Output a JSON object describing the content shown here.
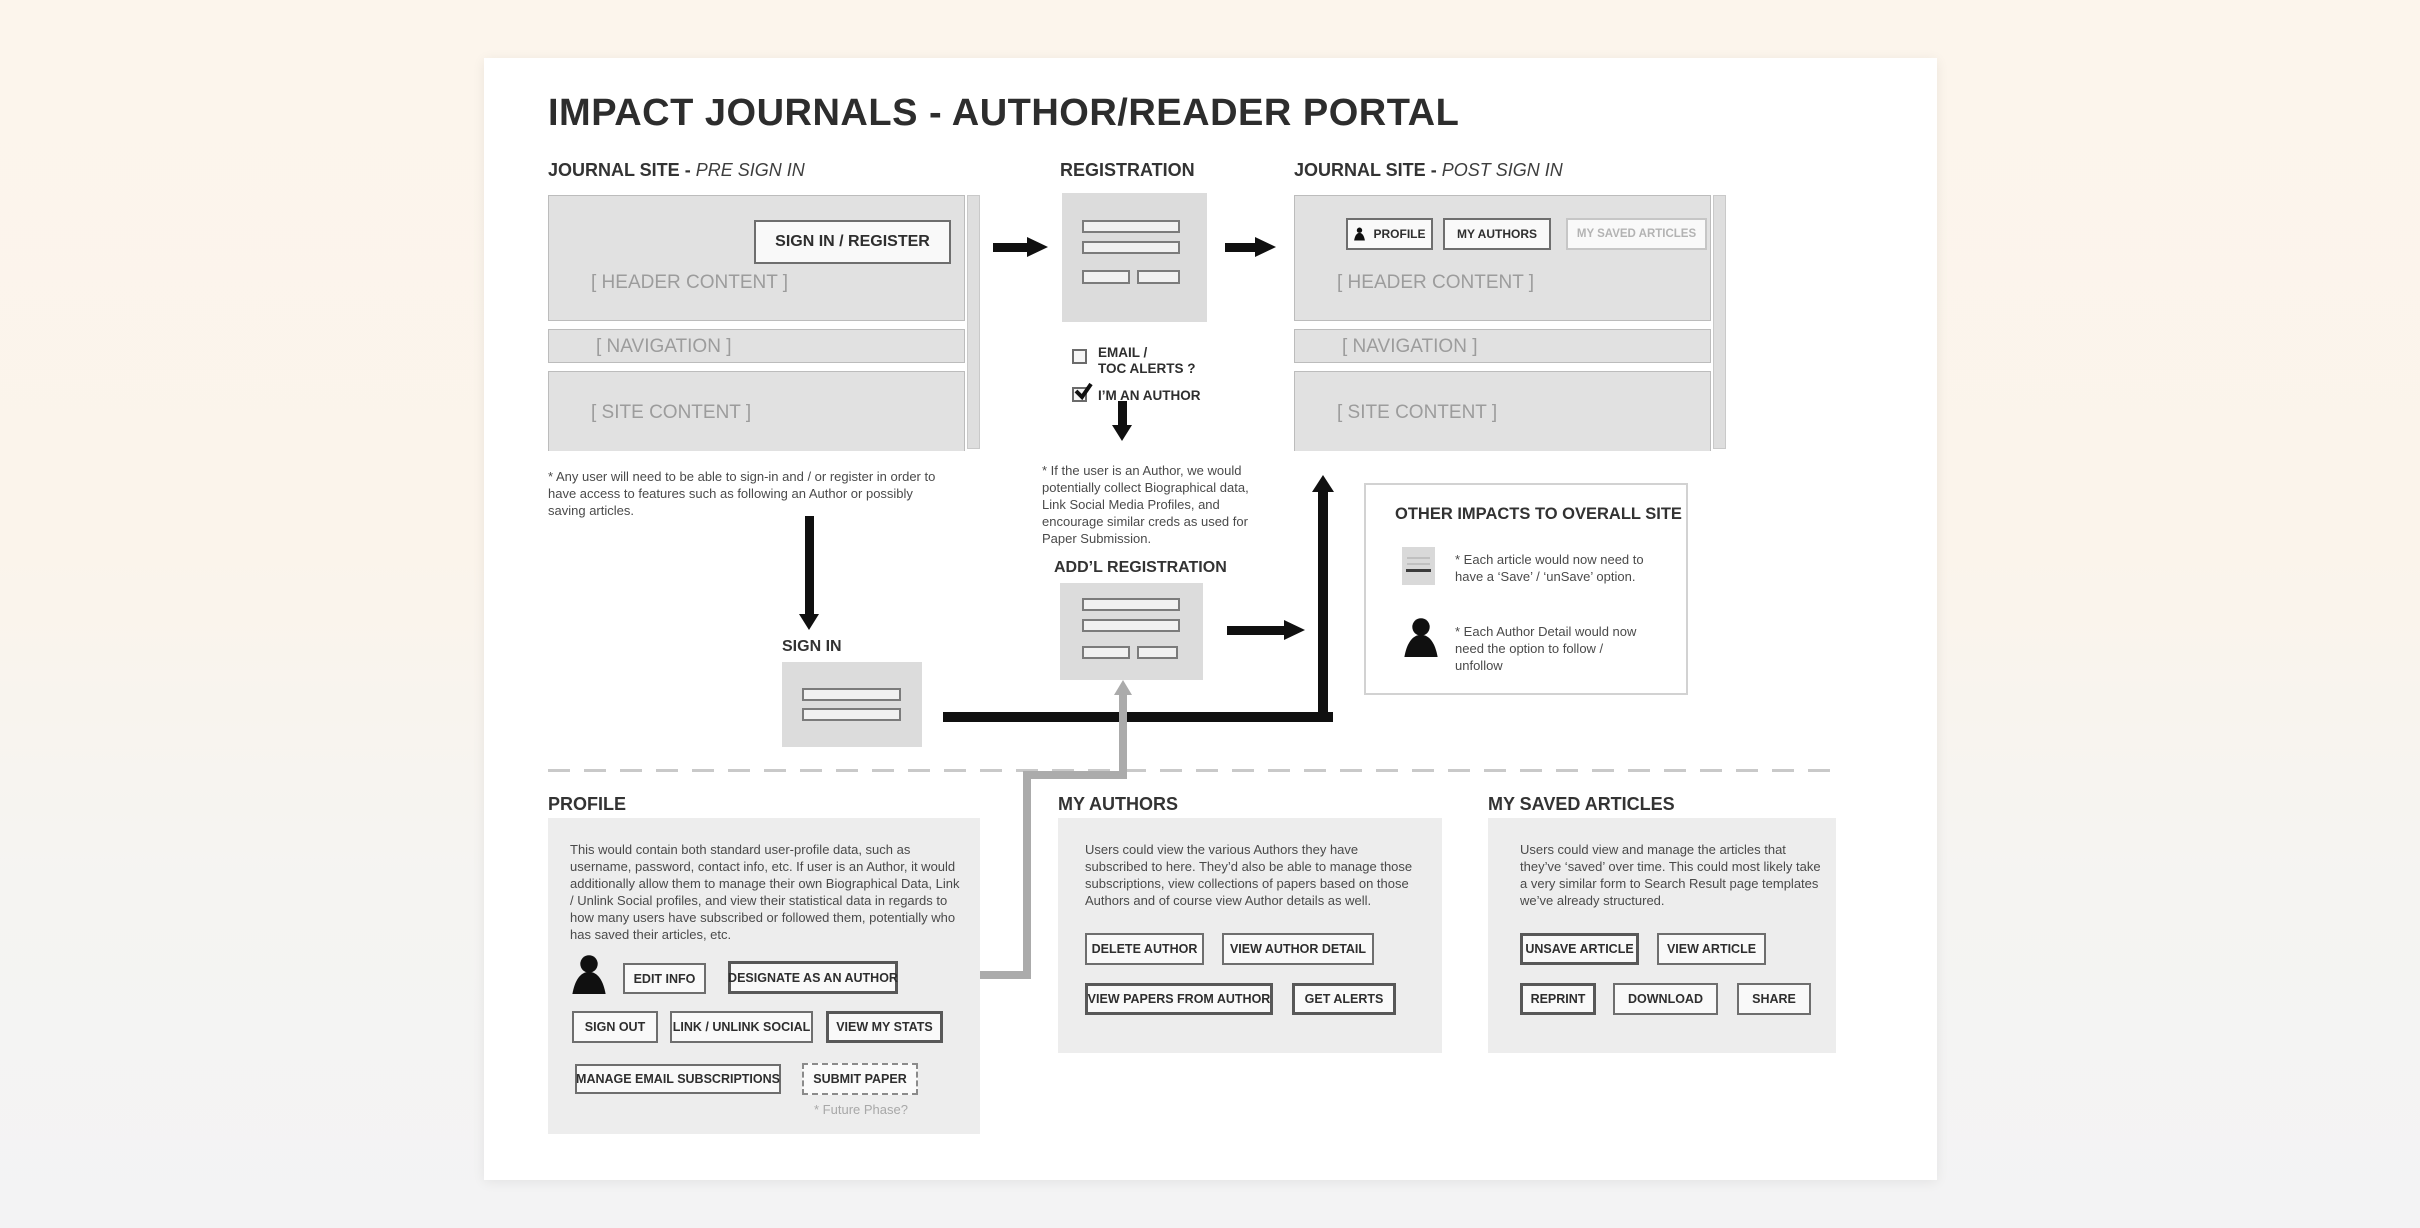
{
  "title": "IMPACT JOURNALS - AUTHOR/READER PORTAL",
  "pre_site": {
    "label_bold": "JOURNAL SITE -",
    "label_italic": "PRE SIGN IN",
    "signin_register_button": "SIGN IN / REGISTER",
    "header_placeholder": "[ HEADER CONTENT ]",
    "nav_placeholder": "[ NAVIGATION ]",
    "content_placeholder": "[ SITE CONTENT ]",
    "note": "* Any user will need to be able to sign-in and / or register in order to have access to features such as following an Author or possibly saving articles."
  },
  "registration": {
    "label": "REGISTRATION",
    "email_toc_line1": "EMAIL /",
    "email_toc_line2": "TOC ALERTS ?",
    "author_checkbox": "I’M AN AUTHOR",
    "author_note": "* If the user is an Author, we would potentially collect Biographical data, Link Social Media Profiles, and encourage similar creds as used for Paper Submission."
  },
  "addl_registration": {
    "label": "ADD’L REGISTRATION"
  },
  "signin": {
    "label": "SIGN IN"
  },
  "post_site": {
    "label_bold": "JOURNAL SITE  -",
    "label_italic": "POST SIGN IN",
    "buttons": [
      "PROFILE",
      "MY AUTHORS",
      "MY SAVED ARTICLES"
    ],
    "header_placeholder": "[ HEADER CONTENT ]",
    "nav_placeholder": "[ NAVIGATION ]",
    "content_placeholder": "[ SITE CONTENT ]"
  },
  "other_impacts": {
    "title": "OTHER IMPACTS TO OVERALL SITE",
    "article_note": "* Each article would now need to have a ‘Save’ / ‘unSave’ option.",
    "author_note": "* Each Author Detail would now need the option to follow / unfollow"
  },
  "profile": {
    "title": "PROFILE",
    "description": "This would contain both standard user-profile data, such as username, password, contact info, etc.  If user is an Author, it would additionally allow them to manage their own Biographical Data, Link / Unlink Social profiles, and view their statistical data in regards to how many users have subscribed or followed them, potentially who has saved their articles, etc.",
    "buttons": [
      "EDIT INFO",
      "DESIGNATE AS AN AUTHOR",
      "SIGN  OUT",
      "LINK / UNLINK SOCIAL",
      "VIEW MY STATS",
      "MANAGE EMAIL SUBSCRIPTIONS",
      "SUBMIT PAPER"
    ],
    "future_note": "* Future Phase?"
  },
  "my_authors": {
    "title": "MY AUTHORS",
    "description": "Users could view the various Authors they have subscribed to here. They’d also be able to manage those subscriptions, view collections of papers based on those Authors and of course view Author details as well.",
    "buttons": [
      "DELETE AUTHOR",
      "VIEW AUTHOR DETAIL",
      "VIEW PAPERS FROM AUTHOR",
      "GET ALERTS"
    ]
  },
  "my_saved": {
    "title": "MY SAVED ARTICLES",
    "description": "Users could view and manage the articles that they’ve ‘saved’ over time. This could most likely take a very similar form to Search Result page templates we’ve already structured.",
    "buttons": [
      "UNSAVE ARTICLE",
      "VIEW ARTICLE",
      "REPRINT",
      "DOWNLOAD",
      "SHARE"
    ]
  },
  "colors": {
    "background_top": "#fcf5ec",
    "background_bottom": "#f3f3f4",
    "wire_fill": "#e1e1e1",
    "panel_fill": "#ededed",
    "arrow_black": "#101010",
    "arrow_gray": "#ababab"
  }
}
